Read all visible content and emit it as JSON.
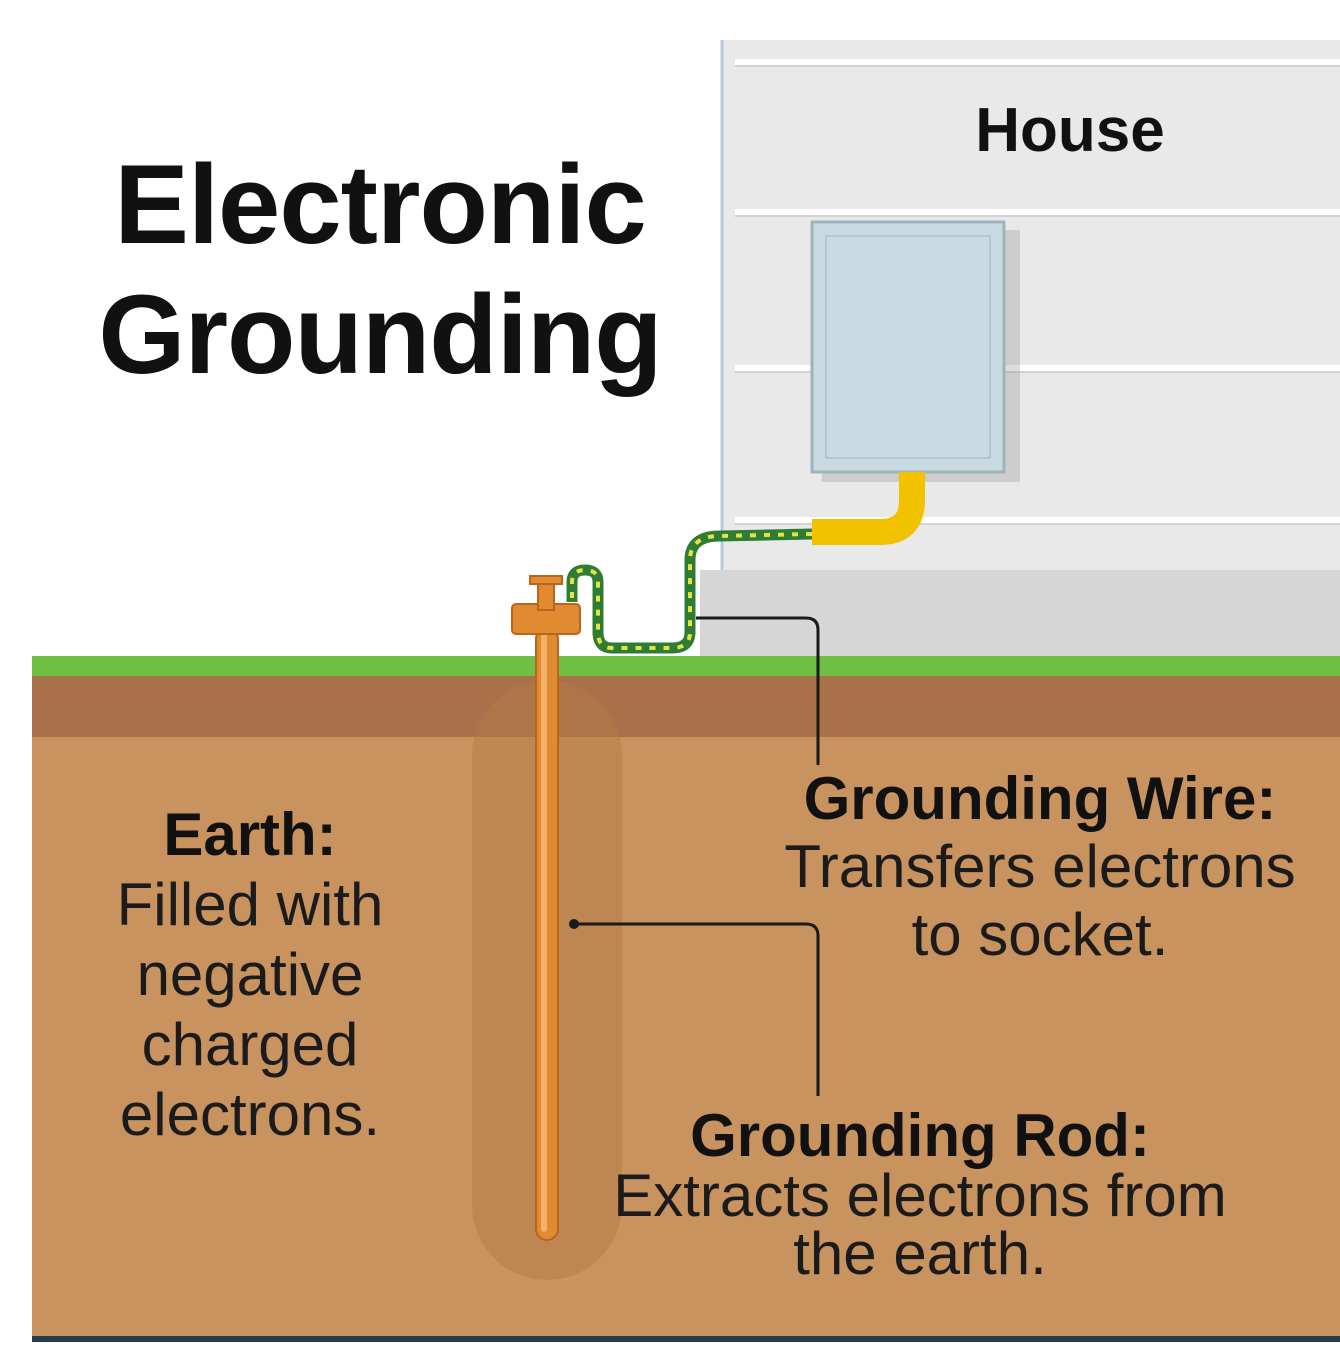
{
  "title": {
    "line1": "Electronic",
    "line2": "Grounding"
  },
  "house": {
    "label": "House"
  },
  "earth": {
    "heading": "Earth:",
    "lines": [
      "Filled with",
      "negative",
      "charged",
      "electrons."
    ]
  },
  "grounding_wire": {
    "heading": "Grounding Wire:",
    "lines": [
      "Transfers electrons",
      "to socket."
    ]
  },
  "grounding_rod": {
    "heading": "Grounding Rod:",
    "lines": [
      "Extracts electrons from",
      "the earth."
    ]
  },
  "colors": {
    "siding": "#e9e9e9",
    "siding_line": "#ffffff",
    "foundation": "#d6d6d6",
    "grass": "#6fbf44",
    "topsoil": "#a8714a",
    "soil": "#c9935f",
    "rod": "#e08a32",
    "panel": "#c9dbe2",
    "conduit": "#f2c200",
    "wire": "#3a8f3a",
    "wire_stripe": "#e6e04a",
    "border": "#2a3a4a"
  }
}
